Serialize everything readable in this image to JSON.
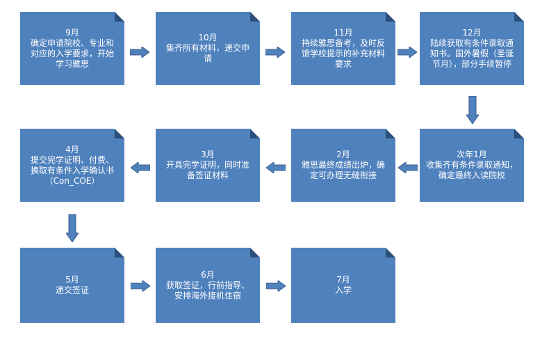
{
  "steps": [
    {
      "month": "9月",
      "desc": "确定申请院校、专业和\n对应的入学要求，开始\n学习雅思"
    },
    {
      "month": "10月",
      "desc": "集齐所有材料，递交申\n请"
    },
    {
      "month": "11月",
      "desc": "持续雅思备考，及时反\n馈学校提示的补充材料\n要求"
    },
    {
      "month": "12月",
      "desc": "陆续获取有条件录取通\n知书。国外暑假（圣诞\n节月），部分手续暂停"
    },
    {
      "month": "次年1月",
      "desc": "收集齐有条件录取通知，\n确定最终入读院校"
    },
    {
      "month": "2月",
      "desc": "雅思最终成绩出炉，确\n定可办理无缝衔接"
    },
    {
      "month": "3月",
      "desc": "开具完学证明，同时准\n备签证材料"
    },
    {
      "month": "4月",
      "desc": "提交完学证明、付费、\n换取有条件入学确认书\n（Con_COE）"
    },
    {
      "month": "5月",
      "desc": "递交签证"
    },
    {
      "month": "6月",
      "desc": "获取签证，行前指导、\n安排海外接机住宿"
    },
    {
      "month": "7月",
      "desc": "入学"
    }
  ],
  "colors": {
    "card": "#4f81bd",
    "card_fold": "#2c4f7a",
    "arrow": "#4f81bd",
    "arrow_stroke": "#385d8a",
    "text": "#ffffff"
  }
}
